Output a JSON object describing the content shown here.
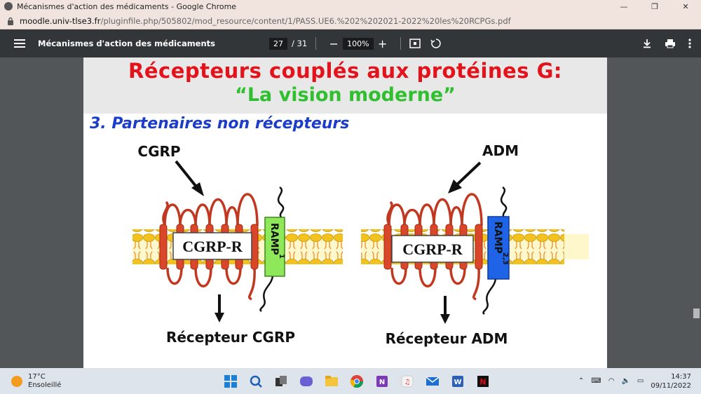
{
  "window": {
    "title": "Mécanismes d'action des médicaments - Google Chrome",
    "minimize": "—",
    "restore": "❐",
    "close": "✕"
  },
  "address": {
    "host": "moodle.univ-tlse3.fr",
    "path": "/pluginfile.php/505802/mod_resource/content/1/PASS.UE6.%202%202021-2022%20les%20RCPGs.pdf"
  },
  "pdf_toolbar": {
    "title": "Mécanismes d'action des médicaments",
    "page_current": "27",
    "page_total": "/ 31",
    "zoom": "100%",
    "zoom_out": "−",
    "zoom_in": "+"
  },
  "slide": {
    "title_line1": "Récepteurs couplés aux protéines G:",
    "title_line2": "“La vision moderne”",
    "subtitle": "3. Partenaires non récepteurs",
    "left": {
      "ligand": "CGRP",
      "receptor": "CGRP-R",
      "ramp": "RAMP",
      "ramp_sub": "1",
      "result": "Récepteur CGRP"
    },
    "right": {
      "ligand": "ADM",
      "receptor": "CGRP-R",
      "ramp": "RAMP",
      "ramp_sub": "2,3",
      "result": "Récepteur ADM"
    },
    "colors": {
      "title": "#e3121b",
      "title2": "#2fbf2f",
      "subtitle": "#1a3ec9",
      "receptor": "#d9472b",
      "ramp1": "#8ee85a",
      "ramp23": "#1f64e6",
      "lipid": "#f2c21f"
    }
  },
  "taskbar": {
    "temperature": "17°C",
    "weather": "Ensoleillé",
    "time": "14:37",
    "date": "09/11/2022"
  }
}
